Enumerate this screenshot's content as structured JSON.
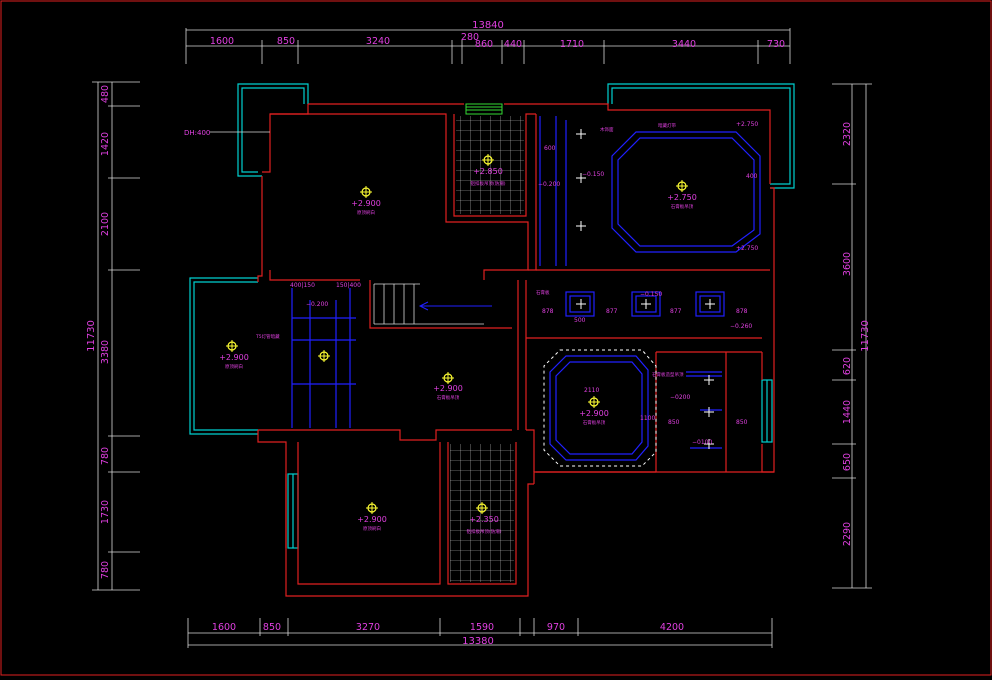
{
  "colors": {
    "background": "#000000",
    "dimension": "#e040e0",
    "wall": "#e02020",
    "dim_line": "#d8d8d8",
    "window": "#00d0d0",
    "ceiling": "#2020ff",
    "light": "#ffff33",
    "grid": "#dcdcdc",
    "vent": "#33dd33"
  },
  "dims": {
    "top_total": "13840",
    "top": [
      "1600",
      "850",
      "3240",
      "280",
      "860",
      "440",
      "1710",
      "3440",
      "730"
    ],
    "bottom_total": "13380",
    "bottom": [
      "1600",
      "850",
      "3270",
      "1590",
      "970",
      "4200"
    ],
    "left_total": "11730",
    "left": [
      "480",
      "1420",
      "2100",
      "3380",
      "780",
      "1730",
      "780"
    ],
    "right_total": "11730",
    "right": [
      "2320",
      "3600",
      "620",
      "1440",
      "650",
      "2290"
    ]
  },
  "rooms": [
    {
      "elev": "+2.900",
      "sub": "原顶刷白"
    },
    {
      "elev": "+2.850",
      "sub": "铝扣板吊顶(防潮)"
    },
    {
      "elev": "+2.750",
      "sub": "石膏板吊顶"
    },
    {
      "elev": "+2.900",
      "sub": "原顶刷白"
    },
    {
      "elev": "+2.900",
      "sub": "石膏板吊顶"
    },
    {
      "elev": "+2.900",
      "sub": "石膏板吊顶"
    },
    {
      "elev": "+2.900",
      "sub": "原顶刷白"
    },
    {
      "elev": "+2.350",
      "sub": "铝扣板吊顶(防潮)"
    }
  ],
  "labels": {
    "dh": "DH:400",
    "l_200a": "−0.200",
    "l_200b": "−0.200",
    "l_150a": "−0.150",
    "l_150b": "−0.150",
    "l_260": "−0.260",
    "l_400": "400",
    "l_600": "600",
    "l_500": "500",
    "l_878a": "878",
    "l_877a": "877",
    "l_877b": "877",
    "l_878b": "878",
    "l_2110": "2110",
    "l_2750": "+2.750",
    "l_2750b": "+2.750",
    "l_1100": "1100",
    "l_850a": "850",
    "l_850b": "850",
    "l_0200": "−0200",
    "l_0100": "−0100",
    "l_400150": "400|150",
    "l_15040": "150|400",
    "l_dia": "石膏板造型吊顶",
    "l_wood": "木饰面",
    "l_cove": "暗藏灯带",
    "l_gyp": "石膏板",
    "l_lvl": "T5灯管暗藏"
  }
}
